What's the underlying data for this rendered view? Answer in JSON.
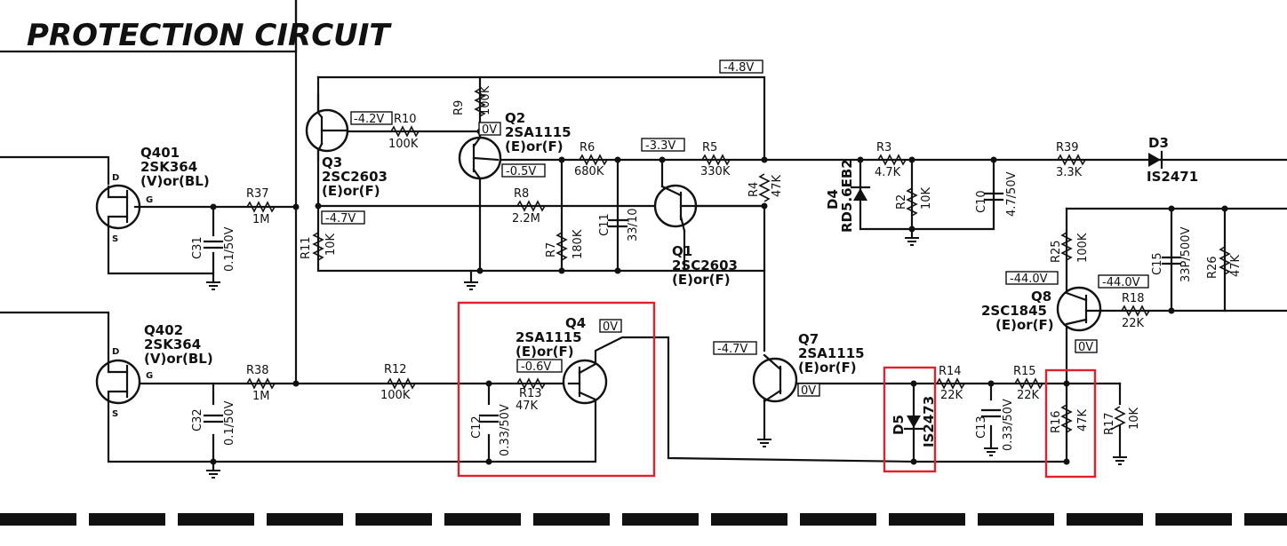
{
  "title": "PROTECTION CIRCUIT",
  "highlight_color": "#e0202a",
  "voltages": {
    "v_top_rail": "-4.8V",
    "v_q3": "-4.2V",
    "v_q2_base": "0V",
    "v_q2_emitter": "-0.5V",
    "v_r5_left": "-3.3V",
    "v_r11": "-4.7V",
    "v_q4_top": "0V",
    "v_q4_base": "-0.6V",
    "v_q7_base": "-4.7V",
    "v_q7_emitter": "0V",
    "v_q8_left": "-44.0V",
    "v_q8_right": "-44.0V",
    "v_q8_bottom": "0V"
  },
  "transistors": {
    "q401": {
      "name": "Q401",
      "part": "2SK364",
      "grade": "(V)or(BL)",
      "pin_d": "D",
      "pin_g": "G",
      "pin_s": "S"
    },
    "q402": {
      "name": "Q402",
      "part": "2SK364",
      "grade": "(V)or(BL)",
      "pin_d": "D",
      "pin_g": "G",
      "pin_s": "S"
    },
    "q1": {
      "name": "Q1",
      "part": "2SC2603",
      "grade": "(E)or(F)"
    },
    "q2": {
      "name": "Q2",
      "part": "2SA1115",
      "grade": "(E)or(F)"
    },
    "q3": {
      "name": "Q3",
      "part": "2SC2603",
      "grade": "(E)or(F)"
    },
    "q4": {
      "name": "Q4",
      "part": "2SA1115",
      "grade": "(E)or(F)"
    },
    "q7": {
      "name": "Q7",
      "part": "2SA1115",
      "grade": "(E)or(F)"
    },
    "q8": {
      "name": "Q8",
      "part": "2SC1845",
      "grade": "(E)or(F)"
    }
  },
  "resistors": {
    "r37": {
      "name": "R37",
      "value": "1M"
    },
    "r38": {
      "name": "R38",
      "value": "1M"
    },
    "r10": {
      "name": "R10",
      "value": "100K"
    },
    "r9": {
      "name": "R9",
      "value": "100K"
    },
    "r6": {
      "name": "R6",
      "value": "680K"
    },
    "r5": {
      "name": "R5",
      "value": "330K"
    },
    "r4": {
      "name": "R4",
      "value": "47K"
    },
    "r8": {
      "name": "R8",
      "value": "2.2M"
    },
    "r7": {
      "name": "R7",
      "value": "180K"
    },
    "r11": {
      "name": "R11",
      "value": "10K"
    },
    "r12": {
      "name": "R12",
      "value": "100K"
    },
    "r13": {
      "name": "R13",
      "value": "47K"
    },
    "r3": {
      "name": "R3",
      "value": "4.7K"
    },
    "r2": {
      "name": "R2",
      "value": "10K"
    },
    "r39": {
      "name": "R39",
      "value": "3.3K"
    },
    "r25": {
      "name": "R25",
      "value": "100K"
    },
    "r26": {
      "name": "R26",
      "value": "47K"
    },
    "r18": {
      "name": "R18",
      "value": "22K"
    },
    "r14": {
      "name": "R14",
      "value": "22K"
    },
    "r15": {
      "name": "R15",
      "value": "22K"
    },
    "r16": {
      "name": "R16",
      "value": "47K"
    },
    "r17": {
      "name": "R17",
      "value": "10K"
    }
  },
  "capacitors": {
    "c31": {
      "name": "C31",
      "value": "0.1/50V"
    },
    "c32": {
      "name": "C32",
      "value": "0.1/50V"
    },
    "c11": {
      "name": "C11",
      "value": "33/10"
    },
    "c12": {
      "name": "C12",
      "value": "0.33/50V"
    },
    "c10": {
      "name": "C10",
      "value": "4.7/50V"
    },
    "c13": {
      "name": "C13",
      "value": "0.33/50V"
    },
    "c15": {
      "name": "C15",
      "value": "33P/500V"
    }
  },
  "diodes": {
    "d3": {
      "name": "D3",
      "part": "IS2471"
    },
    "d4": {
      "name": "D4",
      "part": "RD5.6EB2"
    },
    "d5": {
      "name": "D5",
      "part": "IS2473"
    }
  }
}
